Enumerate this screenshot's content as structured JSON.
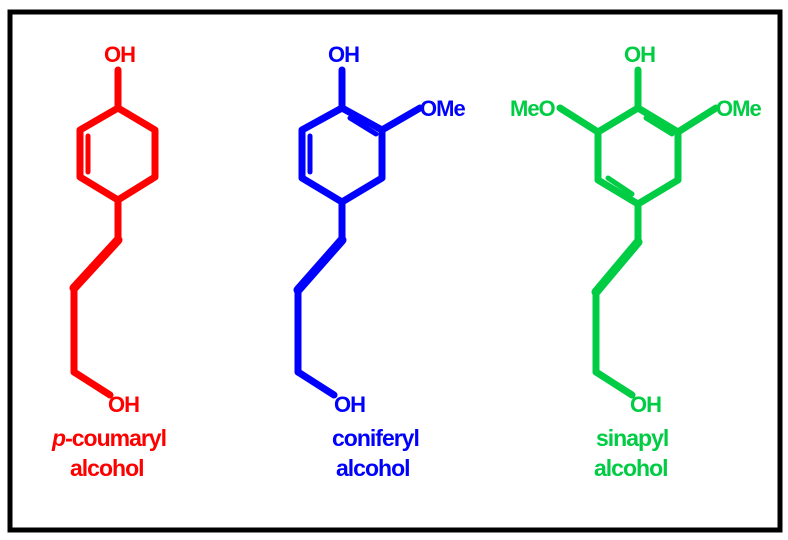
{
  "molecules": [
    {
      "color": "#ff0000",
      "top_label": "OH",
      "bottom_label": "OH",
      "caption_prefix": "p",
      "caption_line1": "-coumaryl",
      "caption_line2": "alcohol"
    },
    {
      "color": "#0000ff",
      "top_label": "OH",
      "right_label": "OMe",
      "bottom_label": "OH",
      "caption_line1": "coniferyl",
      "caption_line2": "alcohol"
    },
    {
      "color": "#00cc44",
      "top_label": "OH",
      "left_label": "MeO",
      "right_label": "OMe",
      "bottom_label": "OH",
      "caption_line1": "sinapyl",
      "caption_line2": "alcohol"
    }
  ],
  "colors": {
    "frame": "#000000",
    "background": "#ffffff"
  }
}
